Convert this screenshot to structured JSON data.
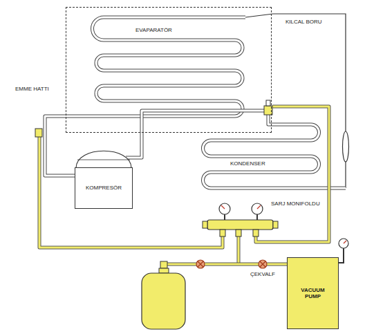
{
  "diagram": {
    "nodes": [
      {
        "text": [
          "EVAPARATÖR"
        ]
      },
      {
        "text": [
          "KOMPRESÖR"
        ]
      },
      {
        "text": [
          "VACUUM PUMP"
        ]
      }
    ],
    "edges": [
      {
        "from": 0,
        "to": 1,
        "arrow": "none"
      }
    ],
    "labels": [
      "KILCAL BORU",
      "EMME HATTI",
      "KONDENSER",
      "SARJ MONIFOLDU",
      "ÇEKVALF"
    ]
  }
}
